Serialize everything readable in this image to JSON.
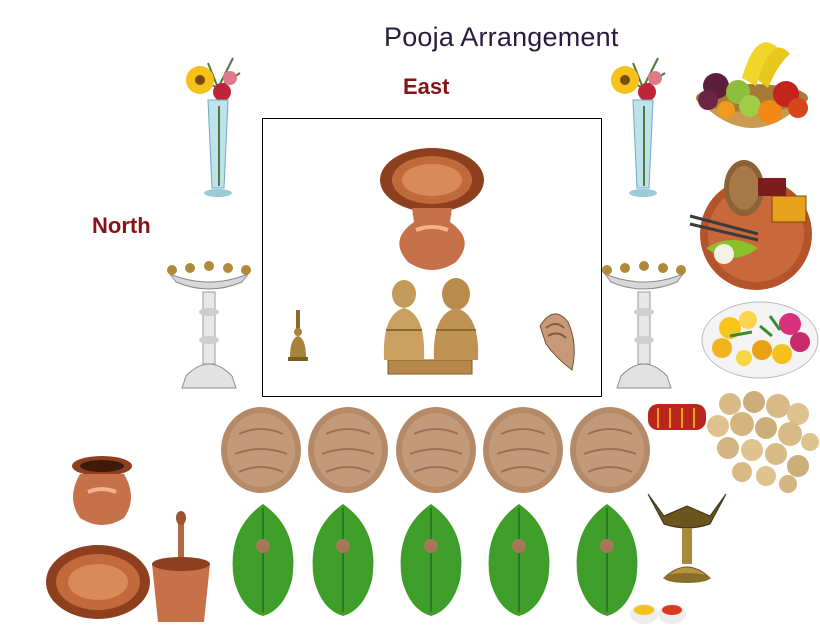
{
  "title": "Pooja Arrangement",
  "directions": {
    "east": "East",
    "north": "North"
  },
  "colors": {
    "direction": "#8a1212",
    "title": "#2a1a40",
    "frame": "#000000"
  },
  "items": {
    "flower_vases": 2,
    "brass_lamps": 2,
    "coconuts": 5,
    "betel_leaves": 5,
    "side_plates": [
      "fruit-plate",
      "coconut-offering-plate",
      "flower-plate"
    ],
    "center": [
      "kalash",
      "bell",
      "deity-idols",
      "conch-shell"
    ],
    "bottom_left": [
      "copper-pot",
      "copper-plate",
      "copper-tumbler-with-spoon"
    ],
    "bottom_right": [
      "areca-nuts",
      "red-cloth",
      "oil-lamp",
      "kumkum-turmeric-bowls"
    ]
  }
}
